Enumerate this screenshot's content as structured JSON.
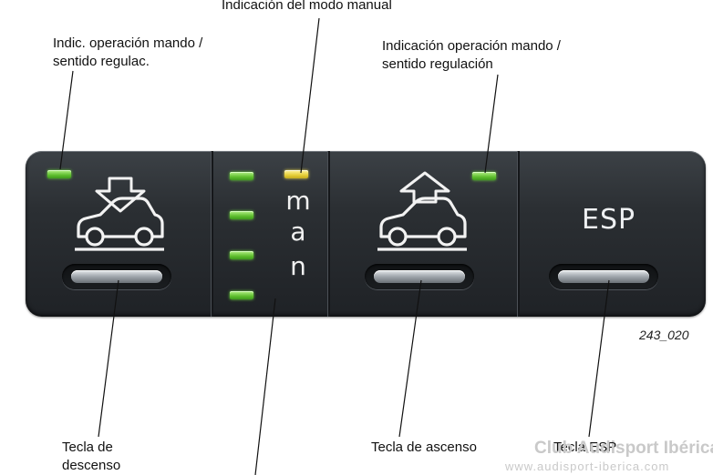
{
  "labels": {
    "manual_mode": "Indicación del modo manual",
    "left_indicator": [
      "Indic. operación mando /",
      "sentido regulac."
    ],
    "right_indicator": [
      "Indicación operación mando /",
      "sentido regulación"
    ],
    "lower_key": [
      "Tecla de",
      "descenso"
    ],
    "raise_key": "Tecla de ascenso",
    "esp_key": "Tecla ESP"
  },
  "panel": {
    "man_letters": [
      "m",
      "a",
      "n"
    ],
    "esp_label": "ESP",
    "led_colors": {
      "active_green": "#5fbf2f",
      "manual_yellow": "#e6cf3a"
    }
  },
  "figure_id": "243_020",
  "watermark": {
    "line1": "Club Audisport Ibérica",
    "line2": "www.audisport-iberica.com"
  },
  "icons": [
    "car-lower-icon",
    "car-raise-icon",
    "arrow-down-icon",
    "arrow-up-icon"
  ]
}
